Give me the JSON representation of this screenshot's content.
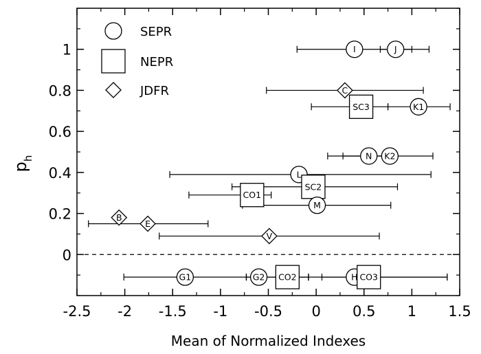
{
  "chart_data": {
    "type": "scatter",
    "xlabel": "Mean of Normalized Indexes",
    "ylabel": "p",
    "ylabel_subscript": "h",
    "xlim": [
      -2.5,
      1.5
    ],
    "ylim": [
      -0.2,
      1.2
    ],
    "xticks": [
      -2.5,
      -2,
      -1.5,
      -1,
      -0.5,
      0,
      0.5,
      1,
      1.5
    ],
    "xtick_labels": [
      "-2.5",
      "-2",
      "-1.5",
      "-1",
      "-0.5",
      "0",
      "0.5",
      "1",
      "1.5"
    ],
    "yticks": [
      0,
      0.2,
      0.4,
      0.6,
      0.8,
      1
    ],
    "ytick_labels": [
      "0",
      "0.2",
      "0.4",
      "0.6",
      "0.8",
      "1"
    ],
    "reference_line": {
      "y": 0,
      "style": "dashed"
    },
    "grid": false,
    "legend_position": "top-left",
    "legend": [
      {
        "marker": "circle",
        "label": "SEPR"
      },
      {
        "marker": "square",
        "label": "NEPR"
      },
      {
        "marker": "diamond",
        "label": "JDFR"
      }
    ],
    "points": [
      {
        "label": "I",
        "group": "SEPR",
        "x": 0.4,
        "y": 1.0,
        "xerr": [
          -0.2,
          1.0
        ]
      },
      {
        "label": "J",
        "group": "SEPR",
        "x": 0.83,
        "y": 1.0,
        "xerr": [
          0.67,
          1.18
        ]
      },
      {
        "label": "C",
        "group": "JDFR",
        "x": 0.3,
        "y": 0.8,
        "xerr": [
          -0.52,
          1.12
        ]
      },
      {
        "label": "SC3",
        "group": "NEPR",
        "x": 0.47,
        "y": 0.72,
        "xerr": [
          -0.05,
          0.75
        ]
      },
      {
        "label": "K1",
        "group": "SEPR",
        "x": 1.07,
        "y": 0.72,
        "xerr": [
          0.75,
          1.4
        ]
      },
      {
        "label": "N",
        "group": "SEPR",
        "x": 0.55,
        "y": 0.48,
        "xerr": [
          0.12,
          0.8
        ]
      },
      {
        "label": "K2",
        "group": "SEPR",
        "x": 0.77,
        "y": 0.48,
        "xerr": [
          0.28,
          1.22
        ]
      },
      {
        "label": "L",
        "group": "SEPR",
        "x": -0.18,
        "y": 0.39,
        "xerr": [
          -1.53,
          1.2
        ]
      },
      {
        "label": "SC2",
        "group": "NEPR",
        "x": -0.03,
        "y": 0.33,
        "xerr": [
          -0.88,
          0.85
        ]
      },
      {
        "label": "CO1",
        "group": "NEPR",
        "x": -0.67,
        "y": 0.29,
        "xerr": [
          -1.33,
          -0.47
        ]
      },
      {
        "label": "M",
        "group": "SEPR",
        "x": 0.01,
        "y": 0.24,
        "xerr": [
          -0.77,
          0.78
        ]
      },
      {
        "label": "B",
        "group": "JDFR",
        "x": -2.06,
        "y": 0.18,
        "xerr": [
          -2.06,
          -2.06
        ]
      },
      {
        "label": "E",
        "group": "JDFR",
        "x": -1.76,
        "y": 0.15,
        "xerr": [
          -2.38,
          -1.13
        ]
      },
      {
        "label": "V",
        "group": "JDFR",
        "x": -0.49,
        "y": 0.09,
        "xerr": [
          -1.64,
          0.66
        ]
      },
      {
        "label": "G1",
        "group": "SEPR",
        "x": -1.37,
        "y": -0.11,
        "xerr": [
          -2.01,
          -0.73
        ]
      },
      {
        "label": "G2",
        "group": "SEPR",
        "x": -0.6,
        "y": -0.11,
        "xerr": [
          -0.73,
          -0.08
        ]
      },
      {
        "label": "CO2",
        "group": "NEPR",
        "x": -0.3,
        "y": -0.11,
        "xerr": [
          -0.73,
          -0.08
        ]
      },
      {
        "label": "H",
        "group": "SEPR",
        "x": 0.4,
        "y": -0.11,
        "xerr": [
          0.06,
          1.37
        ]
      },
      {
        "label": "CO3",
        "group": "NEPR",
        "x": 0.55,
        "y": -0.11,
        "xerr": [
          -0.08,
          1.37
        ]
      }
    ]
  }
}
